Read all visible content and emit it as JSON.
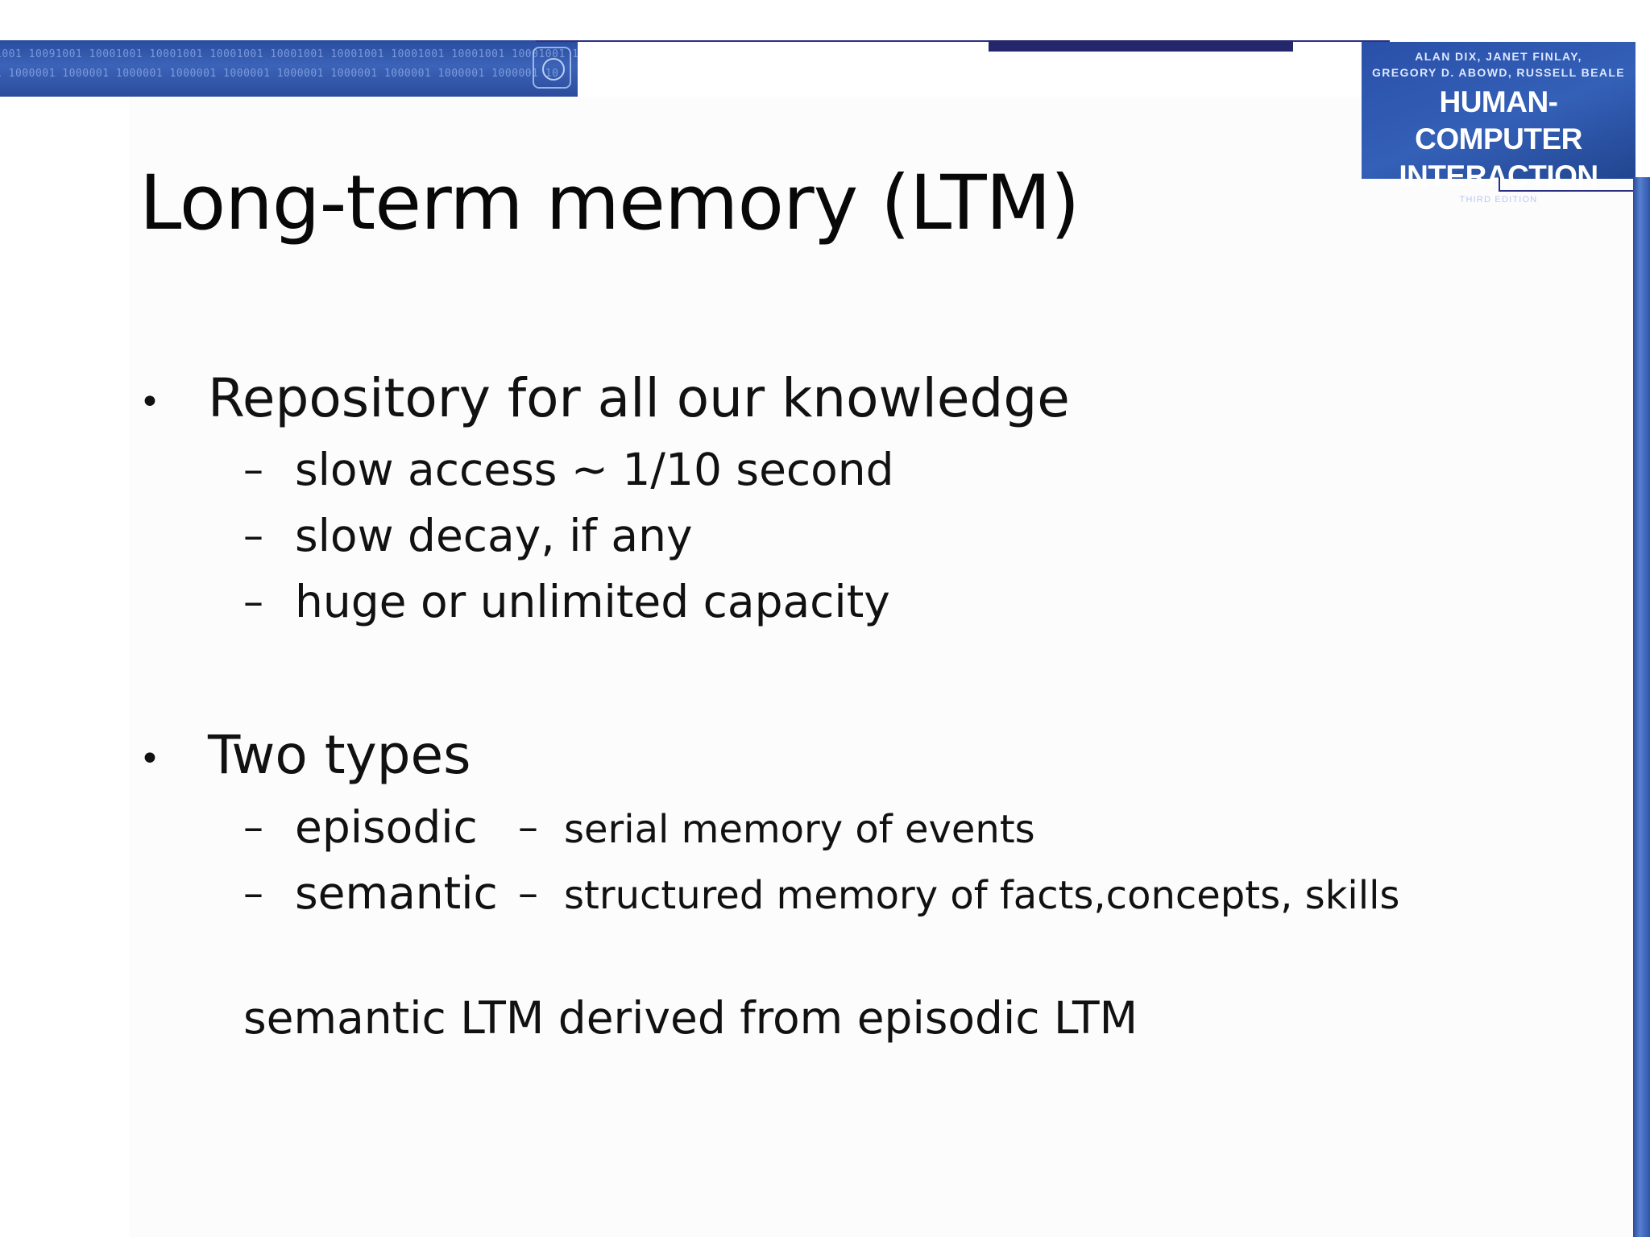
{
  "banner": {
    "binary_line_1": "1001 10091001 10001001 10001001 10001001 10001001 10001001 10001001 10001001 10001001 10001",
    "binary_line_2": "1 1000001 1000001 1000001 1000001 1000001 1000001 1000001 1000001 1000001 1000001 10"
  },
  "book_cover": {
    "authors_line_1": "ALAN DIX, JANET FINLAY,",
    "authors_line_2": "GREGORY D. ABOWD, RUSSELL BEALE",
    "title_line_1": "HUMAN-COMPUTER",
    "title_line_2": "INTERACTION",
    "edition": "THIRD EDITION"
  },
  "slide": {
    "title": "Long-term memory (LTM)",
    "bullet_symbol": "•",
    "dash_symbol": "–",
    "bullets": [
      {
        "text": "Repository for all our knowledge",
        "subitems": [
          "slow access ~ 1/10 second",
          "slow decay, if any",
          "huge or unlimited capacity"
        ]
      },
      {
        "text": "Two types",
        "types": [
          {
            "name": "episodic",
            "definition": "serial memory of events"
          },
          {
            "name": "semantic",
            "definition": "structured memory of facts,concepts, skills"
          }
        ]
      }
    ],
    "note": "semantic LTM derived from episodic LTM"
  }
}
